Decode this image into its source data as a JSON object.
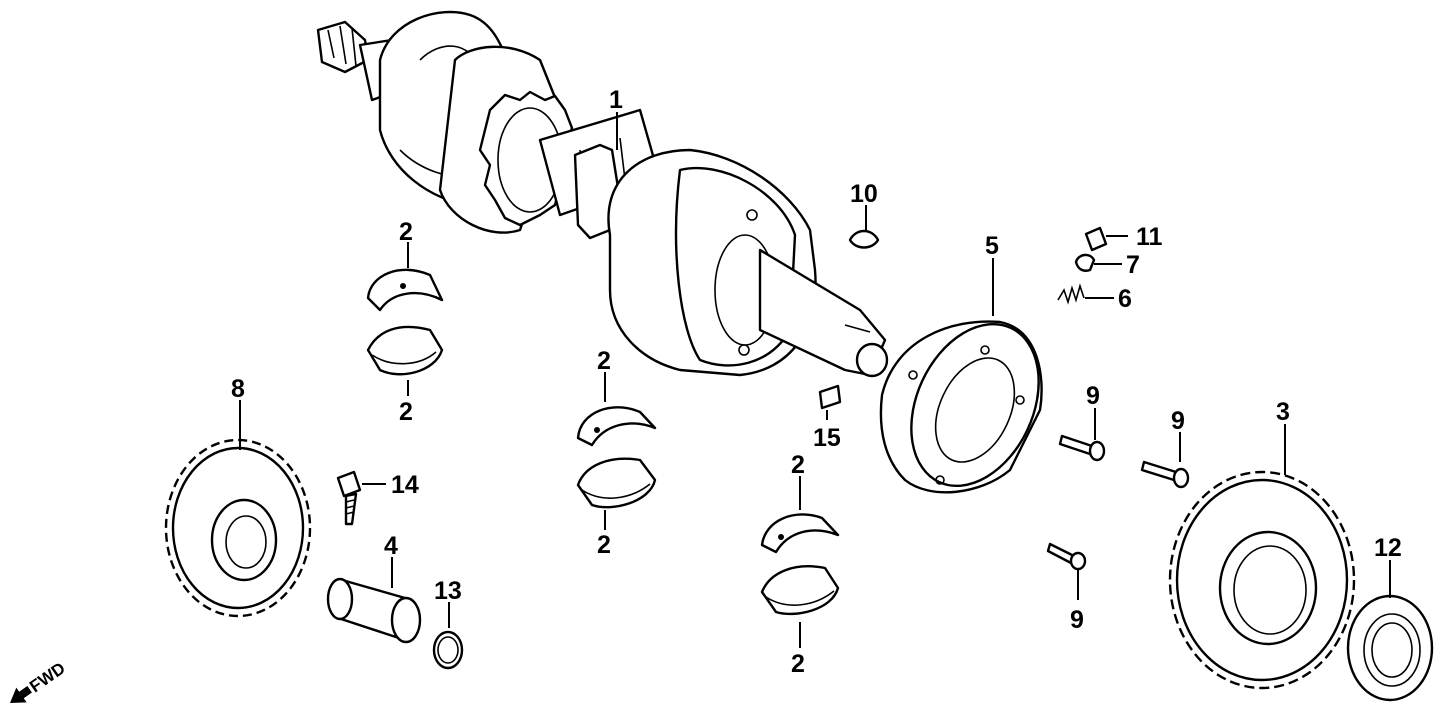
{
  "diagram": {
    "callouts": {
      "c1": "1",
      "c2a": "2",
      "c2b": "2",
      "c2c": "2",
      "c2d": "2",
      "c2e": "2",
      "c2f": "2",
      "c3": "3",
      "c4": "4",
      "c5": "5",
      "c6": "6",
      "c7": "7",
      "c8": "8",
      "c9a": "9",
      "c9b": "9",
      "c9c": "9",
      "c10": "10",
      "c11": "11",
      "c12": "12",
      "c13": "13",
      "c14": "14",
      "c15": "15"
    },
    "direction_label": "FWD",
    "parts": {
      "p1": "crankshaft",
      "p2": "bearing-shell",
      "p3": "driven-gear",
      "p4": "pin",
      "p5": "clutch-outer",
      "p6": "spring",
      "p7": "plunger",
      "p8": "drive-gear",
      "p9": "bolt",
      "p10": "woodruff-key",
      "p11": "cap",
      "p12": "oil-seal",
      "p13": "o-ring",
      "p14": "flange-bolt",
      "p15": "dowel-pin"
    }
  }
}
